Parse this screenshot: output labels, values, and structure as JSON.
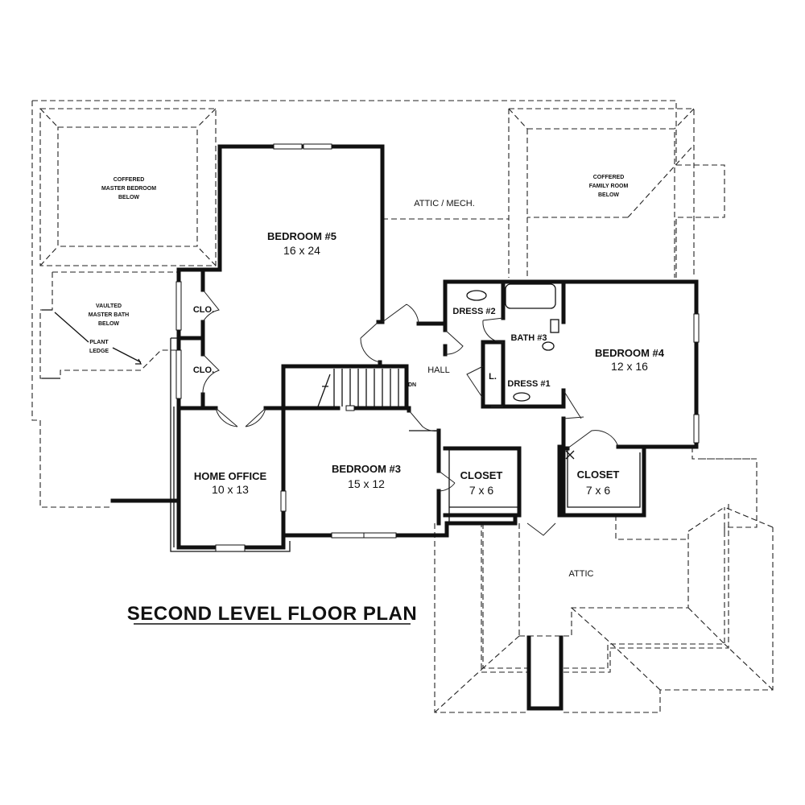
{
  "title": "SECOND LEVEL FLOOR PLAN",
  "rooms": {
    "bedroom5": {
      "name": "BEDROOM #5",
      "size": "16 x 24"
    },
    "bedroom4": {
      "name": "BEDROOM #4",
      "size": "12 x 16"
    },
    "bedroom3": {
      "name": "BEDROOM #3",
      "size": "15 x 12"
    },
    "home_office": {
      "name": "HOME OFFICE",
      "size": "10 x 13"
    },
    "closet_a": {
      "name": "CLOSET",
      "size": "7 x 6"
    },
    "closet_b": {
      "name": "CLOSET",
      "size": "7 x 6"
    },
    "clo_upper": "CLO.",
    "clo_lower": "CLO.",
    "dress1": "DRESS #1",
    "dress2": "DRESS #2",
    "bath3": "BATH #3",
    "hall": "HALL",
    "linen": "L.",
    "attic_mech": "ATTIC / MECH.",
    "attic": "ATTIC",
    "stair_dn": "DN"
  },
  "notes": {
    "coffered_master": [
      "COFFERED",
      "MASTER BEDROOM",
      "BELOW"
    ],
    "coffered_family": [
      "COFFERED",
      "FAMILY ROOM",
      "BELOW"
    ],
    "vaulted_bath": [
      "VAULTED",
      "MASTER BATH",
      "BELOW"
    ],
    "plant_ledge": [
      "PLANT",
      "LEDGE"
    ]
  }
}
